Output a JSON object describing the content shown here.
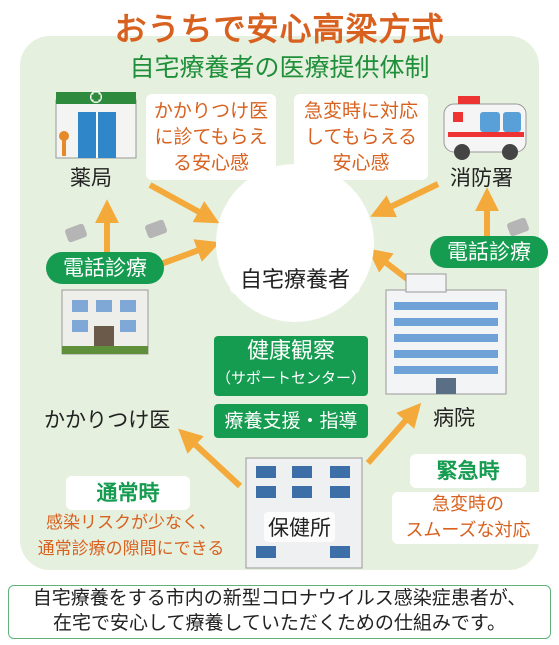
{
  "title": "おうちで安心高梁方式",
  "subtitle": "自宅療養者の医療提供体制",
  "nodes": {
    "pharmacy": "薬局",
    "fire_station": "消防署",
    "patients": "自宅療養者",
    "clinic": "かかりつけ医",
    "hospital": "病院",
    "health_center": "保健所"
  },
  "notes": {
    "clinic_reassurance": [
      "かかりつけ医",
      "に診てもらえ",
      "る安心感"
    ],
    "emergency_reassurance": [
      "急変時に対応",
      "してもらえる",
      "安心感"
    ]
  },
  "phone_left": "電話診療",
  "phone_right": "電話診療",
  "health_watch": "健康観察",
  "support_center": "（サポートセンター）",
  "guidance": "療養支援・指導",
  "normal": {
    "heading": "通常時",
    "lines": [
      "感染リスクが少なく、",
      "通常診療の隙間にできる"
    ]
  },
  "emergency": {
    "heading": "緊急時",
    "lines": [
      "急変時の",
      "スムーズな対応"
    ]
  },
  "footer": [
    "自宅療養をする市内の新型コロナウイルス感染症患者が、",
    "在宅で安心して療養していただくための仕組みです。"
  ],
  "colors": {
    "orange": "#d8611f",
    "green": "#159c50",
    "panel": "#e6f0de",
    "arrow": "#f4a93b"
  }
}
